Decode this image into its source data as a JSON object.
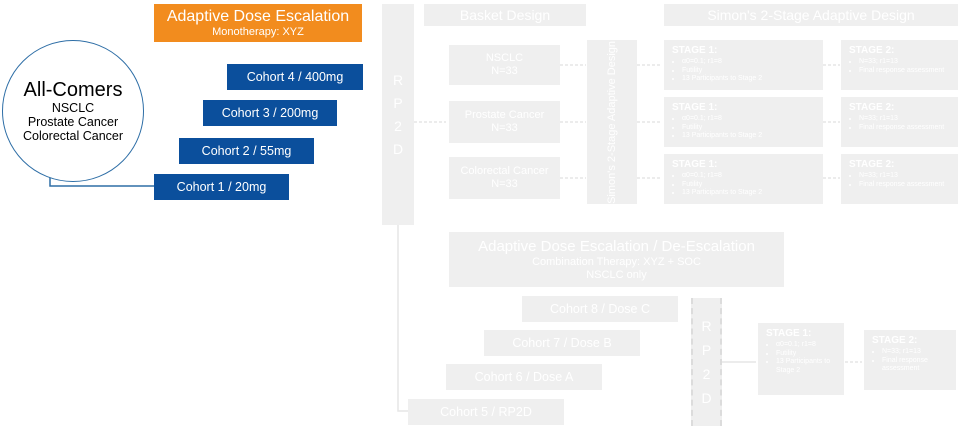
{
  "header": {
    "title": "Adaptive Dose Escalation",
    "subtitle": "Monotherapy: XYZ"
  },
  "circle": {
    "title": "All-Comers",
    "lines": [
      "NSCLC",
      "Prostate Cancer",
      "Colorectal Cancer"
    ]
  },
  "cohorts": [
    "Cohort 4 / 400mg",
    "Cohort 3 / 200mg",
    "Cohort 2 / 55mg",
    "Cohort 1 / 20mg"
  ],
  "rp2d_top": [
    "R",
    "P",
    "2",
    "D"
  ],
  "basket": {
    "title": "Basket Design",
    "arms": [
      {
        "name": "NSCLC",
        "n": "N=33"
      },
      {
        "name": "Prostate Cancer",
        "n": "N=33"
      },
      {
        "name": "Colorectal Cancer",
        "n": "N=33"
      }
    ]
  },
  "simon_label": "Simon's 2-Stage Adaptive Design",
  "simon_title": "Simon's 2-Stage Adaptive Design",
  "stage1": {
    "heading": "STAGE 1:",
    "items": [
      "α0=0.1; r1=8",
      "Futility",
      "13 Participants to Stage 2"
    ]
  },
  "stage2": {
    "heading": "STAGE 2:",
    "items": [
      "N=33; r1=13",
      "Final response assessment"
    ]
  },
  "combo": {
    "title": "Adaptive Dose Escalation / De-Escalation",
    "line1": "Combination Therapy: XYZ + SOC",
    "line2": "NSCLC only"
  },
  "cohorts_combo": [
    "Cohort 8 / Dose C",
    "Cohort 7 / Dose B",
    "Cohort 6 / Dose A",
    "Cohort 5 / RP2D"
  ],
  "rp2d_bottom": [
    "R",
    "P",
    "2",
    "D"
  ]
}
